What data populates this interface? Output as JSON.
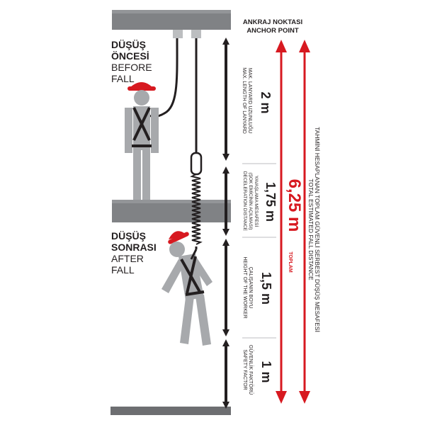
{
  "anchor": {
    "label_tr": "ANKRAJ NOKTASI",
    "label_en": "ANCHOR POINT"
  },
  "before_fall": {
    "label_tr_1": "DÜŞÜŞ",
    "label_tr_2": "ÖNCESİ",
    "label_en_1": "BEFORE",
    "label_en_2": "FALL"
  },
  "after_fall": {
    "label_tr_1": "DÜŞÜŞ",
    "label_tr_2": "SONRASI",
    "label_en_1": "AFTER",
    "label_en_2": "FALL"
  },
  "segments": [
    {
      "value": "2 m",
      "text_tr": "MAK. LANYARD UZUNLUĞU",
      "text_en": "MAX. LENGTH OF LANYARD"
    },
    {
      "value": "1,75 m",
      "text_tr_1": "YAVAŞLAMA MESAFESİ",
      "text_tr_2": "(ŞOK EMİCİNİN AÇILMASI)",
      "text_en": "DECELERATION DISTANCE"
    },
    {
      "value": "1,5 m",
      "text_tr": "ÇALIŞANIN BOYU",
      "text_en": "HEIGHT OF THE WORKER"
    },
    {
      "value": "1 m",
      "text_tr": "GÜVENLİK FAKTÖRÜ",
      "text_en": "SAFETY FACTOR"
    }
  ],
  "total": {
    "value": "6,25 m",
    "suffix": "TOPLAM",
    "text_tr": "TAHMİNİ HESAPLANAN TOPLAM GÜVENLİ SERBEST DÜŞÜŞ MESAFESİ",
    "text_en": "TOTAL ESTIMATED FALL DISTANCE"
  },
  "colors": {
    "accent": "#d71920",
    "beam": "#808285",
    "figure": "#a7a9ac",
    "harness": "#231f20"
  }
}
